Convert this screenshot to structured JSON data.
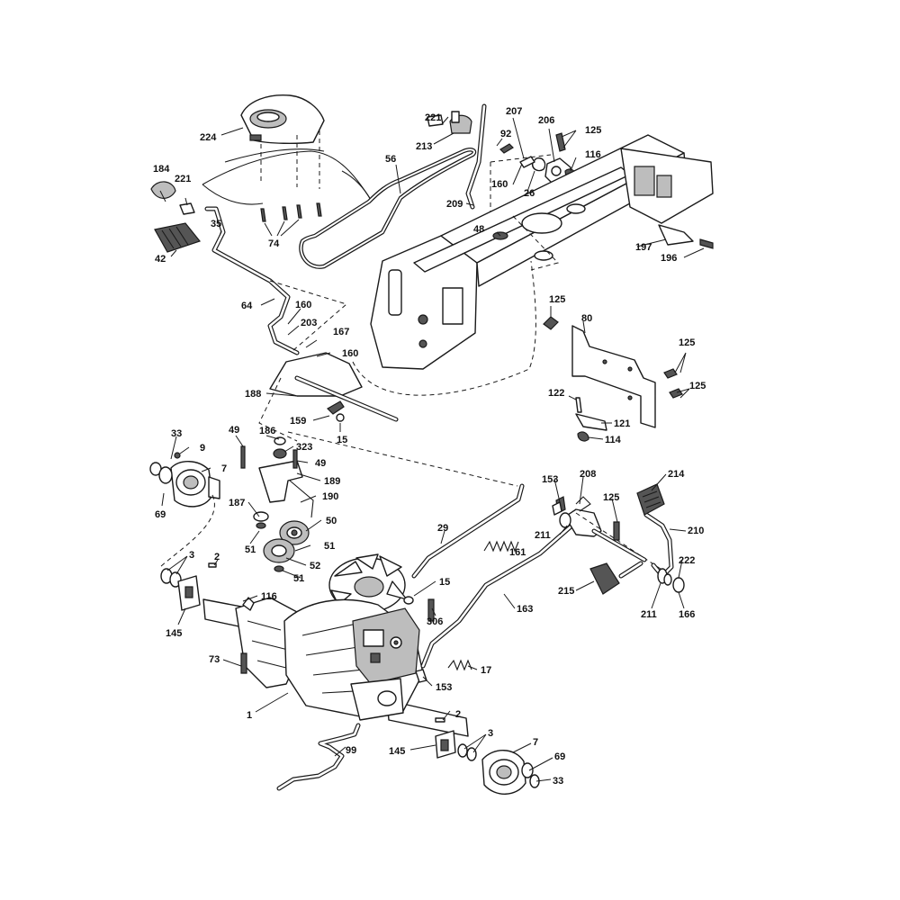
{
  "callouts": {
    "c1": "1",
    "c2a": "2",
    "c2b": "2",
    "c3a": "3",
    "c3b": "3",
    "c7a": "7",
    "c7b": "7",
    "c9": "9",
    "c15a": "15",
    "c15b": "15",
    "c17": "17",
    "c26": "26",
    "c29": "29",
    "c33a": "33",
    "c33b": "33",
    "c35": "35",
    "c42": "42",
    "c48": "48",
    "c49a": "49",
    "c49b": "49",
    "c50": "50",
    "c51a": "51",
    "c51b": "51",
    "c51c": "51",
    "c52": "52",
    "c56": "56",
    "c64": "64",
    "c69a": "69",
    "c69b": "69",
    "c73": "73",
    "c74": "74",
    "c80": "80",
    "c92": "92",
    "c99": "99",
    "c114": "114",
    "c116a": "116",
    "c116b": "116",
    "c121": "121",
    "c122": "122",
    "c125a": "125",
    "c125b": "125",
    "c125c": "125",
    "c125d": "125",
    "c125e": "125",
    "c145a": "145",
    "c145b": "145",
    "c153a": "153",
    "c153b": "153",
    "c159": "159",
    "c160a": "160",
    "c160b": "160",
    "c160c": "160",
    "c161": "161",
    "c163": "163",
    "c166": "166",
    "c167": "167",
    "c184": "184",
    "c186": "186",
    "c187": "187",
    "c188": "188",
    "c189": "189",
    "c190": "190",
    "c196": "196",
    "c197": "197",
    "c203": "203",
    "c206": "206",
    "c207": "207",
    "c208": "208",
    "c209": "209",
    "c210": "210",
    "c211a": "211",
    "c211b": "211",
    "c213": "213",
    "c214": "214",
    "c215": "215",
    "c221a": "221",
    "c221b": "221",
    "c222": "222",
    "c224": "224",
    "c306": "306",
    "c323": "323"
  }
}
